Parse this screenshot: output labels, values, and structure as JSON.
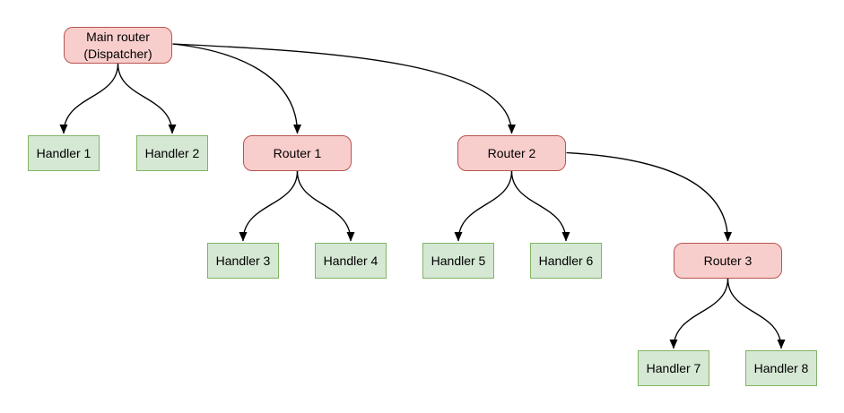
{
  "diagram": {
    "background": "#ffffff",
    "edge_color": "#000000",
    "node_styles": {
      "router": {
        "fill": "#f8cecc",
        "stroke": "#b85450"
      },
      "handler": {
        "fill": "#d5e8d4",
        "stroke": "#82b366"
      }
    },
    "nodes": [
      {
        "id": "main-router",
        "label": "Main router\n(Dispatcher)",
        "type": "router"
      },
      {
        "id": "handler-1",
        "label": "Handler 1",
        "type": "handler"
      },
      {
        "id": "handler-2",
        "label": "Handler 2",
        "type": "handler"
      },
      {
        "id": "router-1",
        "label": "Router 1",
        "type": "router"
      },
      {
        "id": "router-2",
        "label": "Router 2",
        "type": "router"
      },
      {
        "id": "handler-3",
        "label": "Handler 3",
        "type": "handler"
      },
      {
        "id": "handler-4",
        "label": "Handler 4",
        "type": "handler"
      },
      {
        "id": "handler-5",
        "label": "Handler 5",
        "type": "handler"
      },
      {
        "id": "handler-6",
        "label": "Handler 6",
        "type": "handler"
      },
      {
        "id": "router-3",
        "label": "Router 3",
        "type": "router"
      },
      {
        "id": "handler-7",
        "label": "Handler 7",
        "type": "handler"
      },
      {
        "id": "handler-8",
        "label": "Handler 8",
        "type": "handler"
      }
    ],
    "edges": [
      {
        "from": "main-router",
        "to": "handler-1"
      },
      {
        "from": "main-router",
        "to": "handler-2"
      },
      {
        "from": "main-router",
        "to": "router-1"
      },
      {
        "from": "main-router",
        "to": "router-2"
      },
      {
        "from": "router-1",
        "to": "handler-3"
      },
      {
        "from": "router-1",
        "to": "handler-4"
      },
      {
        "from": "router-2",
        "to": "handler-5"
      },
      {
        "from": "router-2",
        "to": "handler-6"
      },
      {
        "from": "router-2",
        "to": "router-3"
      },
      {
        "from": "router-3",
        "to": "handler-7"
      },
      {
        "from": "router-3",
        "to": "handler-8"
      }
    ]
  }
}
